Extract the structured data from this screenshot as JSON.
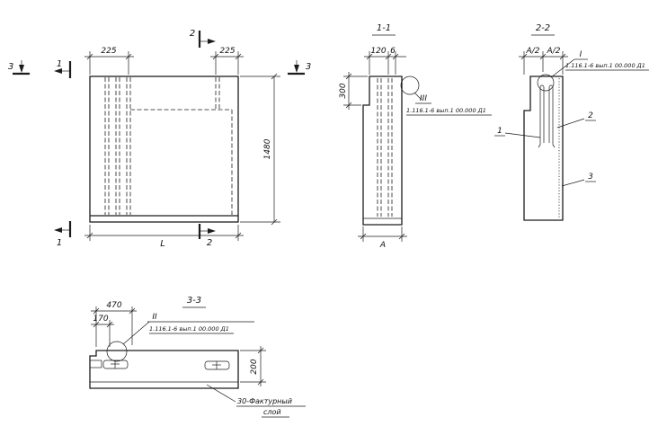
{
  "page": {
    "background": "#ffffff",
    "ink": "#1c1c1c"
  },
  "main_view": {
    "dim_left_top": "225",
    "dim_right_top": "225",
    "dim_height": "1480",
    "dim_length": "L",
    "section_mark_1": "1",
    "section_mark_2": "2",
    "section_mark_3": "3"
  },
  "section_1_1": {
    "title": "1-1",
    "dim_120": "120",
    "dim_6": "6",
    "dim_300": "300",
    "dim_width": "А",
    "callout_label": "III",
    "callout_note": "1.116.1-6 вып.1 00.000 Д1"
  },
  "section_2_2": {
    "title": "2-2",
    "dim_half_left": "А/2",
    "dim_half_right": "А/2",
    "callout_label": "I",
    "callout_note": "1.116.1-6 вып.1 00.000 Д1",
    "part_label_1": "1",
    "part_label_2": "2",
    "part_label_3": "3"
  },
  "section_3_3": {
    "title": "3-3",
    "dim_470": "470",
    "dim_170": "170",
    "dim_200": "200",
    "callout_label": "II",
    "callout_note": "1.116.1-6 вып.1 00.000 Д1",
    "note_line1": "30-Фактурный",
    "note_line2": "слой"
  }
}
